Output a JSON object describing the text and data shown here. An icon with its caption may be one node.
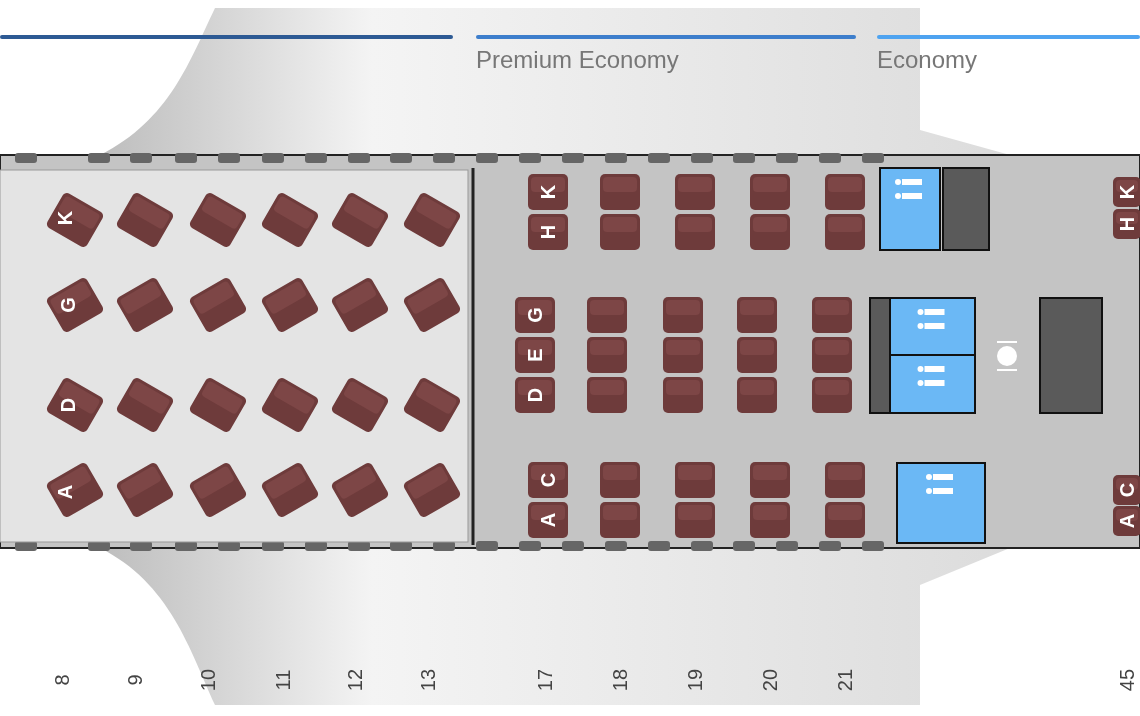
{
  "diagram": {
    "labels": [
      "Premium Economy",
      "Economy",
      "K",
      "G",
      "D",
      "A",
      "K",
      "H",
      "G",
      "E",
      "D",
      "C",
      "A",
      "K",
      "H",
      "C",
      "A",
      "8",
      "9",
      "10",
      "11",
      "12",
      "13",
      "17",
      "18",
      "19",
      "20",
      "21",
      "45"
    ]
  }
}
